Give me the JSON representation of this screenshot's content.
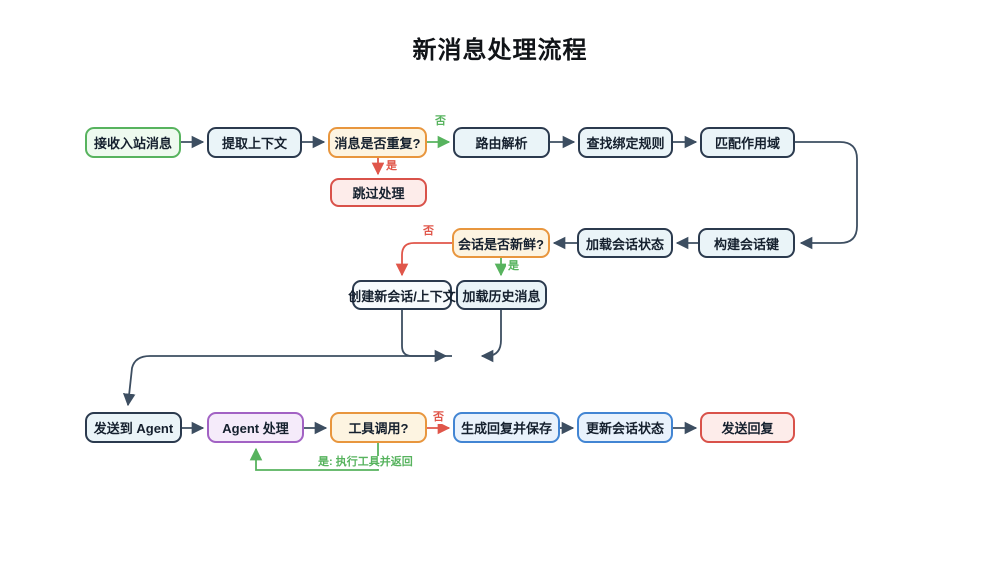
{
  "title": "新消息处理流程",
  "nodes": [
    {
      "id": "receive-inbound",
      "label": "接收入站消息",
      "color": "green"
    },
    {
      "id": "extract-context",
      "label": "提取上下文",
      "color": "dark"
    },
    {
      "id": "is-duplicate",
      "label": "消息是否重复?",
      "color": "orange"
    },
    {
      "id": "route-parse",
      "label": "路由解析",
      "color": "dark"
    },
    {
      "id": "find-binding-rules",
      "label": "查找绑定规则",
      "color": "dark"
    },
    {
      "id": "match-scope",
      "label": "匹配作用域",
      "color": "dark"
    },
    {
      "id": "skip-processing",
      "label": "跳过处理",
      "color": "red"
    },
    {
      "id": "is-session-fresh",
      "label": "会话是否新鲜?",
      "color": "orange"
    },
    {
      "id": "load-session-state",
      "label": "加载会话状态",
      "color": "dark"
    },
    {
      "id": "build-session-key",
      "label": "构建会话键",
      "color": "dark"
    },
    {
      "id": "create-new-session",
      "label": "创建新会话/上下文",
      "color": "plain"
    },
    {
      "id": "load-history",
      "label": "加载历史消息",
      "color": "dark"
    },
    {
      "id": "send-to-agent",
      "label": "发送到 Agent",
      "color": "dark"
    },
    {
      "id": "agent-process",
      "label": "Agent 处理",
      "color": "purple"
    },
    {
      "id": "tool-call",
      "label": "工具调用?",
      "color": "orange"
    },
    {
      "id": "generate-reply-save",
      "label": "生成回复并保存",
      "color": "blue"
    },
    {
      "id": "update-session-state",
      "label": "更新会话状态",
      "color": "blue"
    },
    {
      "id": "send-reply",
      "label": "发送回复",
      "color": "red"
    }
  ],
  "edge_labels": [
    {
      "text": "否",
      "color": "green",
      "edge": "消息是否重复? → 路由解析"
    },
    {
      "text": "是",
      "color": "red",
      "edge": "消息是否重复? → 跳过处理"
    },
    {
      "text": "否",
      "color": "red",
      "edge": "会话是否新鲜? → 创建新会话/上下文"
    },
    {
      "text": "是",
      "color": "green",
      "edge": "会话是否新鲜? → 加载历史消息"
    },
    {
      "text": "否",
      "color": "red",
      "edge": "工具调用? → 生成回复并保存"
    },
    {
      "text": "是: 执行工具并返回",
      "color": "green",
      "edge": "工具调用? → Agent 处理"
    }
  ],
  "palette": {
    "edge_dark": "#3d4e61",
    "edge_green": "#57b35e",
    "edge_red": "#e0564a",
    "node_green_border": "#57b35e",
    "node_dark_border": "#2b3a4e",
    "node_orange_border": "#e8963e",
    "node_red_border": "#d9524a",
    "node_purple_border": "#a262c4",
    "node_blue_border": "#4285d3",
    "text": "#15202e",
    "background": "#ffffff"
  }
}
